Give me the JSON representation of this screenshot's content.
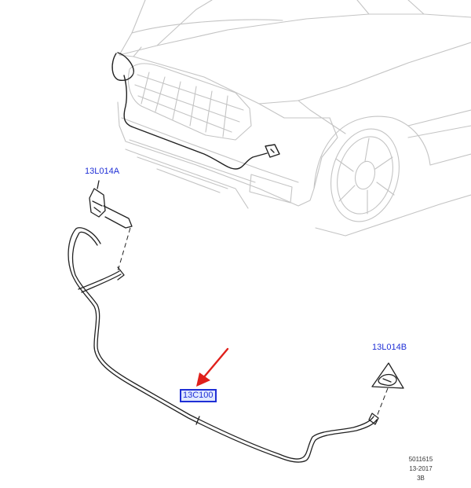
{
  "labels": {
    "left_nozzle": "13L014A",
    "right_nozzle": "13L014B",
    "hose": "13C100"
  },
  "reference": {
    "number": "5011615",
    "date": "13-2017",
    "code": "3B"
  },
  "colors": {
    "callout": "#1f2fd6",
    "arrow": "#e0201b",
    "line": "#222222",
    "ghost": "#c4c4c4"
  }
}
